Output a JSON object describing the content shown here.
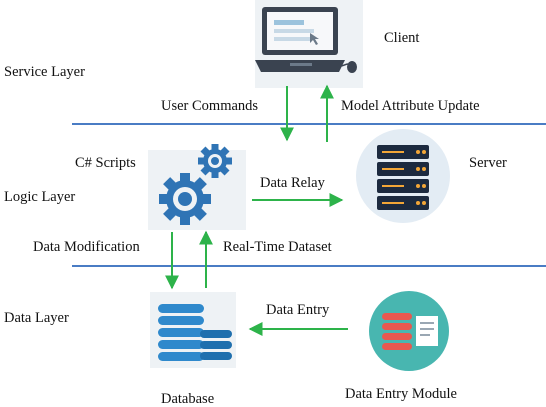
{
  "layers": {
    "service": "Service Layer",
    "logic": "Logic Layer",
    "data": "Data Layer"
  },
  "nodes": {
    "client": "Client",
    "server": "Server",
    "scripts": "C# Scripts",
    "database": "Database",
    "entry_module": "Data Entry Module"
  },
  "edges": {
    "user_commands": "User Commands",
    "model_update": "Model Attribute Update",
    "data_relay": "Data Relay",
    "data_modification": "Data Modification",
    "realtime_dataset": "Real-Time Dataset",
    "data_entry": "Data Entry"
  },
  "colors": {
    "divider": "#4a7cc4",
    "arrow": "#2db34a",
    "server_dark": "#1c2a3f",
    "gear_blue": "#2f74b5",
    "database_blue": "#2f89cc",
    "entry_teal": "#48b6b0"
  },
  "icons": {
    "client": "laptop-icon",
    "server": "server-rack-icon",
    "scripts": "gears-icon",
    "database": "database-icon",
    "entry_module": "data-entry-icon"
  }
}
